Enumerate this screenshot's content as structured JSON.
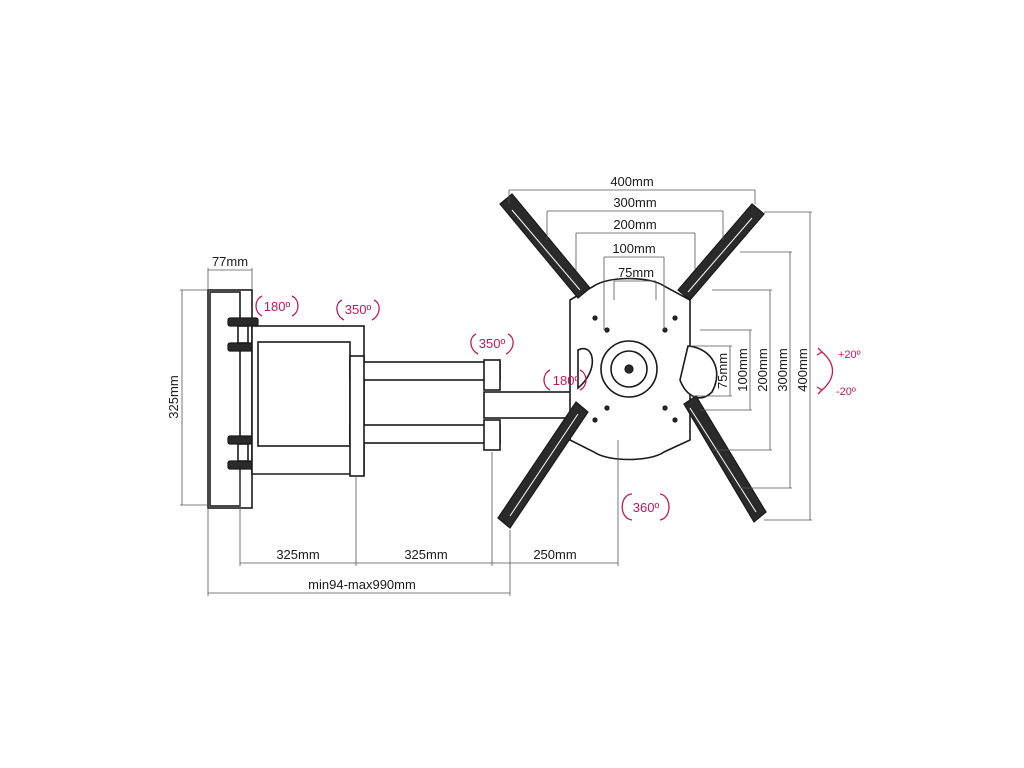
{
  "dimensions": {
    "wall_plate_depth": "77mm",
    "wall_plate_height": "325mm",
    "arm_1_length": "325mm",
    "arm_2_length": "325mm",
    "arm_3_length": "250mm",
    "extension_range": "min94-max990mm",
    "vesa_width_400": "400mm",
    "vesa_width_300": "300mm",
    "vesa_width_200": "200mm",
    "vesa_width_100": "100mm",
    "vesa_width_75": "75mm",
    "vesa_height_75": "75mm",
    "vesa_height_100": "100mm",
    "vesa_height_200": "200mm",
    "vesa_height_300": "300mm",
    "vesa_height_400": "400mm"
  },
  "rotations": {
    "wall_pivot": "180º",
    "arm_joint_1": "350º",
    "arm_joint_2": "350º",
    "head_pivot": "180º",
    "plate_rotation": "360º"
  },
  "tilt": {
    "up": "+20º",
    "down": "-20º"
  },
  "colors": {
    "accent": "#c2185b",
    "line": "#1a1a1a"
  }
}
